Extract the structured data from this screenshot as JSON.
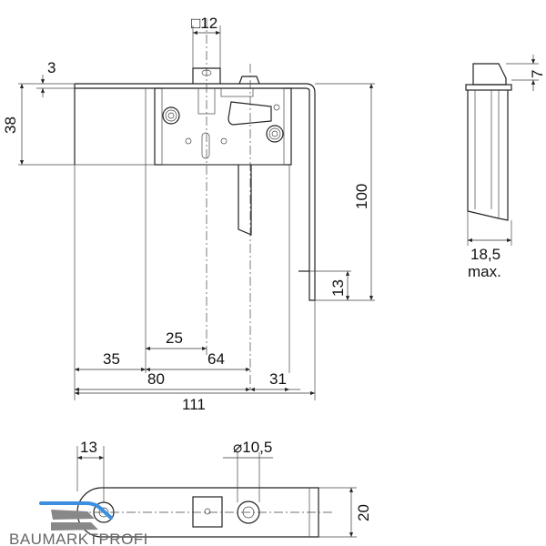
{
  "drawing": {
    "front_view": {
      "dim_square": "□12",
      "dim_top_offset": "3",
      "dim_height_plate": "38",
      "dim_height_total": "100",
      "dim_foot": "13",
      "dim_35": "35",
      "dim_25": "25",
      "dim_64": "64",
      "dim_80": "80",
      "dim_31": "31",
      "dim_111": "111"
    },
    "side_view": {
      "dim_top": "7",
      "dim_width": "18,5",
      "dim_width_note": "max."
    },
    "bottom_view": {
      "dim_hole_offset": "13",
      "dim_hole_diameter": "⌀10,5",
      "dim_depth": "20"
    }
  },
  "logo": {
    "text": "BAUMARKTPROFI",
    "accent": "#3a8fe0"
  }
}
